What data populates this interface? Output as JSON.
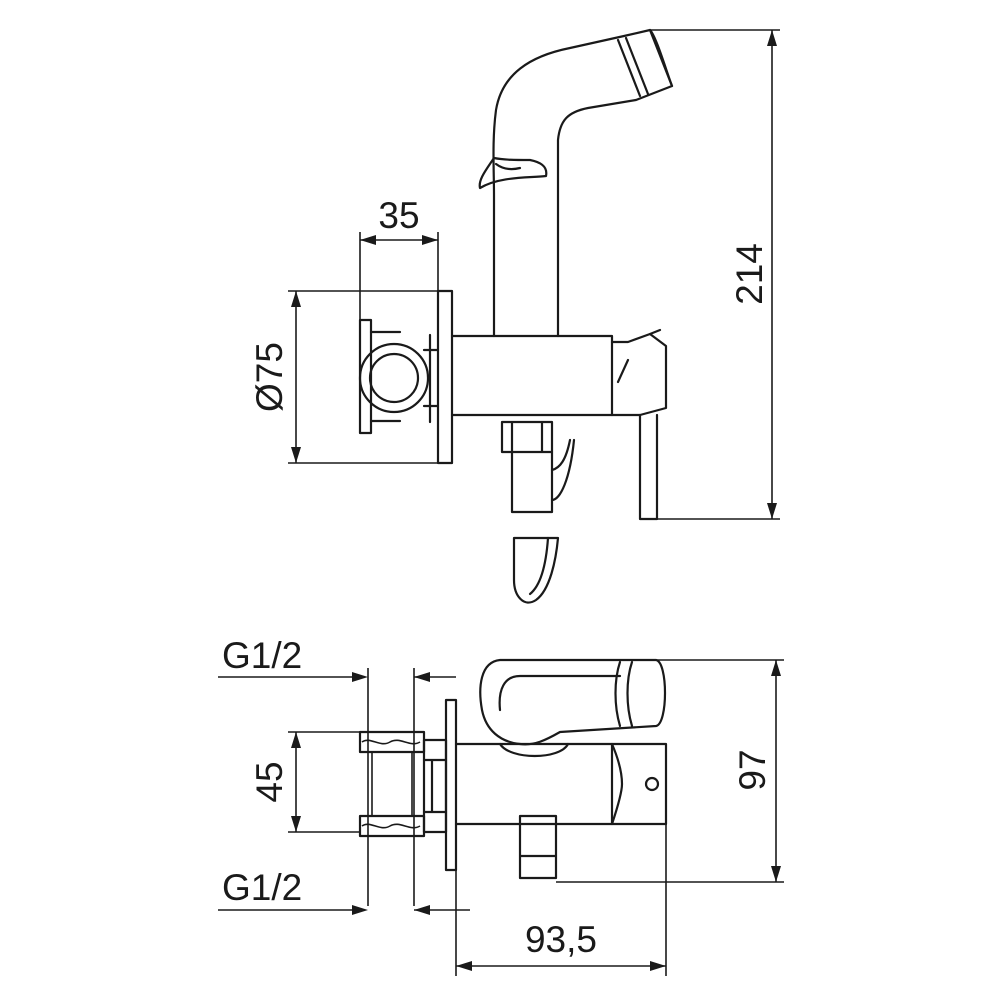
{
  "top_view": {
    "dim_width": "35",
    "dim_diameter": "Ø75",
    "dim_height": "214"
  },
  "bottom_view": {
    "thread_top": "G1/2",
    "thread_bottom": "G1/2",
    "dim_spacing": "45",
    "dim_depth": "97",
    "dim_length": "93,5"
  }
}
